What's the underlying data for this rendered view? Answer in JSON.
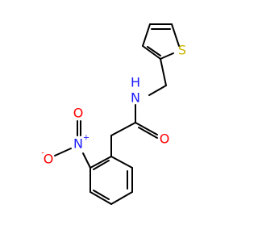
{
  "molecule": {
    "atoms": {
      "sulfur": {
        "label": "S",
        "color": "#c8b400"
      },
      "amide_nitrogen": {
        "label": "N",
        "sub": "H",
        "color": "#1a1aff"
      },
      "carbonyl_oxygen": {
        "label": "O",
        "color": "#ff0000"
      },
      "nitro_nitrogen": {
        "label": "N",
        "charge": "+",
        "color": "#1a1aff"
      },
      "nitro_oxygen_minus": {
        "label": "O",
        "charge": "-",
        "color": "#ff0000"
      },
      "nitro_oxygen": {
        "label": "O",
        "color": "#ff0000"
      }
    },
    "bond_color": "#000000"
  }
}
